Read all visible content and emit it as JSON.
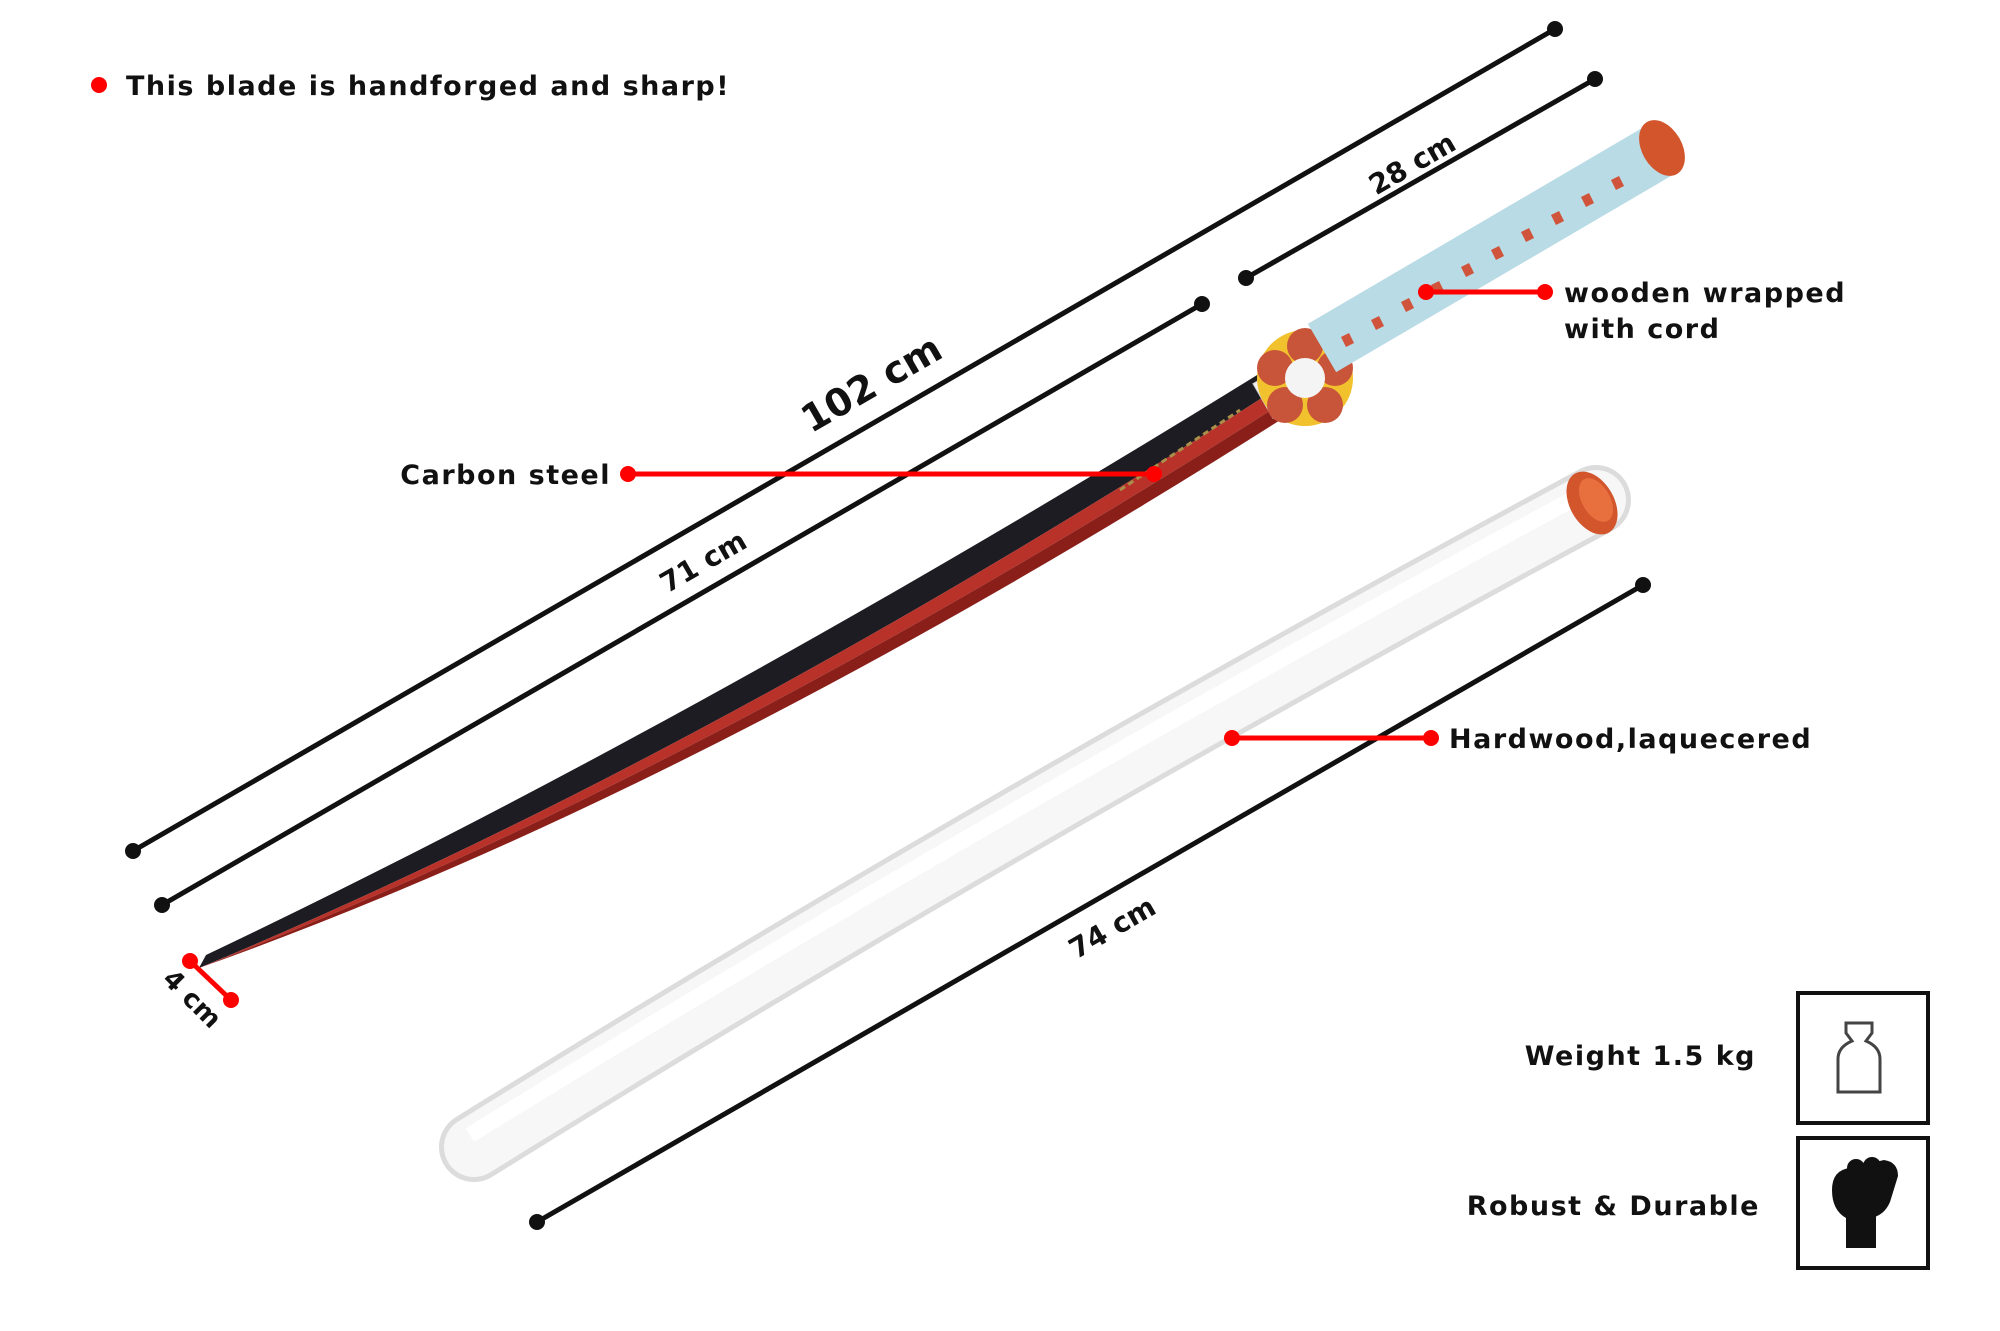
{
  "note": "This blade is handforged and sharp!",
  "dimensions": {
    "total": "102 cm",
    "handle": "28 cm",
    "blade": "71 cm",
    "scabbard": "74 cm",
    "width": "4 cm"
  },
  "callouts": {
    "blade_material": "Carbon steel",
    "handle_line1": "wooden wrapped",
    "handle_line2": "with cord",
    "scabbard_material": "Hardwood,laquecered"
  },
  "features": [
    {
      "label": "Weight 1.5 kg",
      "icon": "weight-icon"
    },
    {
      "label": "Robust & Durable",
      "icon": "fist-icon"
    }
  ],
  "colors": {
    "accent": "#ff0000",
    "line": "#111111",
    "cord": "#b9dbe6",
    "blade_red": "#c0392b"
  }
}
